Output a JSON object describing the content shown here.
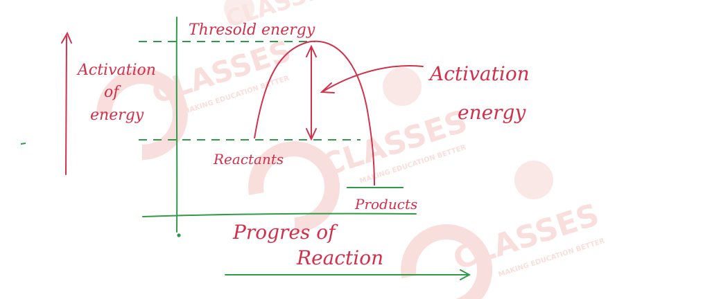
{
  "colors": {
    "pen_red": "#d2304a",
    "pen_green": "#2e9a48",
    "watermark": "#f3c4c0"
  },
  "watermark": {
    "brand": "CLASSES",
    "tagline": "MAKING EDUCATION BETTER"
  },
  "labels": {
    "y_axis_title_line1": "Activation",
    "y_axis_title_line2": "of",
    "y_axis_title_line3": "energy",
    "threshold": "Thresold energy",
    "activation_energy_line1": "Activation",
    "activation_energy_line2": "energy",
    "reactants": "Reactants",
    "products": "Products",
    "x_axis_title_line1": "Progres of",
    "x_axis_title_line2": "Reaction"
  }
}
